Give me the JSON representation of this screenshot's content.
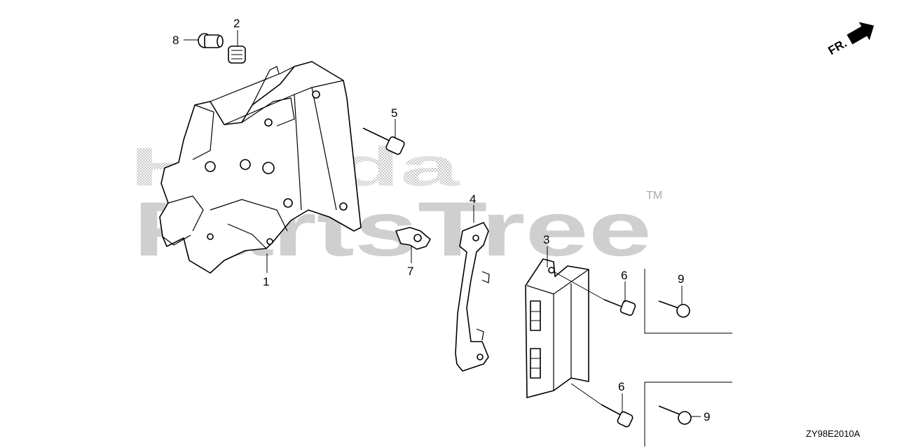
{
  "watermark": {
    "brand": "Honda",
    "text": "PartsTree",
    "trademark": "TM"
  },
  "direction_marker": {
    "label": "FR."
  },
  "diagram_code": "ZY98E2010A",
  "callouts": [
    "1",
    "2",
    "3",
    "4",
    "5",
    "6",
    "6",
    "7",
    "8",
    "9",
    "9"
  ]
}
